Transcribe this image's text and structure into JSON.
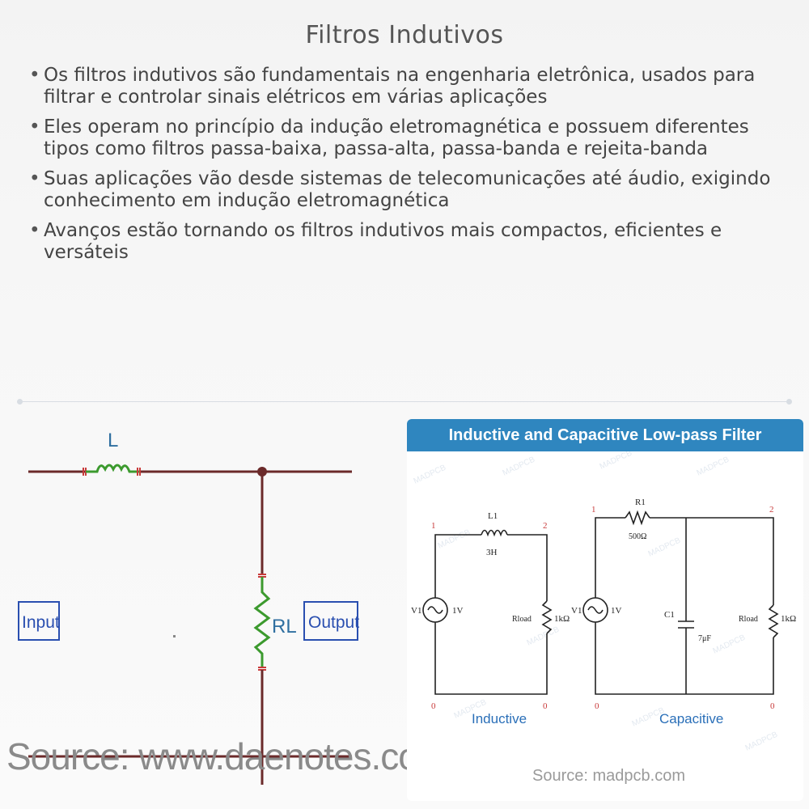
{
  "slide": {
    "title": "Filtros Indutivos",
    "bullets": [
      "Os filtros indutivos são fundamentais na engenharia eletrônica, usados para filtrar e controlar sinais elétricos em várias aplicações",
      "Eles operam no princípio da indução eletromagnética e possuem diferentes tipos como filtros passa-baixa, passa-alta, passa-banda e rejeita-banda",
      "Suas aplicações vão desde sistemas de telecomunicações até áudio, exigindo conhecimento em indução eletromagnética",
      "Avanços estão tornando os filtros indutivos mais compactos, eficientes e versáteis"
    ]
  },
  "left_image": {
    "inductor_label": "L",
    "resistor_label": "RL",
    "input_label": "Input",
    "output_label": "Output",
    "source": "Source: www.daenotes.com"
  },
  "right_image": {
    "header": "Inductive and Capacitive Low-pass Filter",
    "watermark": "MADPCB",
    "inductive": {
      "caption": "Inductive",
      "node_1": "1",
      "node_2": "2",
      "node_0a": "0",
      "node_0b": "0",
      "inductor_label": "L1",
      "inductor_value": "3H",
      "source_label": "V1",
      "source_value": "1V",
      "load_label": "Rload",
      "load_value": "1kΩ"
    },
    "capacitive": {
      "caption": "Capacitive",
      "node_1": "1",
      "node_2": "2",
      "node_0a": "0",
      "node_0b": "0",
      "resistor_label": "R1",
      "resistor_value": "500Ω",
      "cap_label": "C1",
      "cap_value": "7μF",
      "source_label": "V1",
      "source_value": "1V",
      "load_label": "Rload",
      "load_value": "1kΩ"
    },
    "source": "Source: madpcb.com"
  },
  "colors": {
    "wire_left": "#6b2a2a",
    "inductor_green": "#3c9a2e",
    "label_blue": "#2a4fb0",
    "header_blue": "#2f86bf",
    "caption_blue": "#2a6fb8",
    "node_red": "#c83a3a"
  }
}
